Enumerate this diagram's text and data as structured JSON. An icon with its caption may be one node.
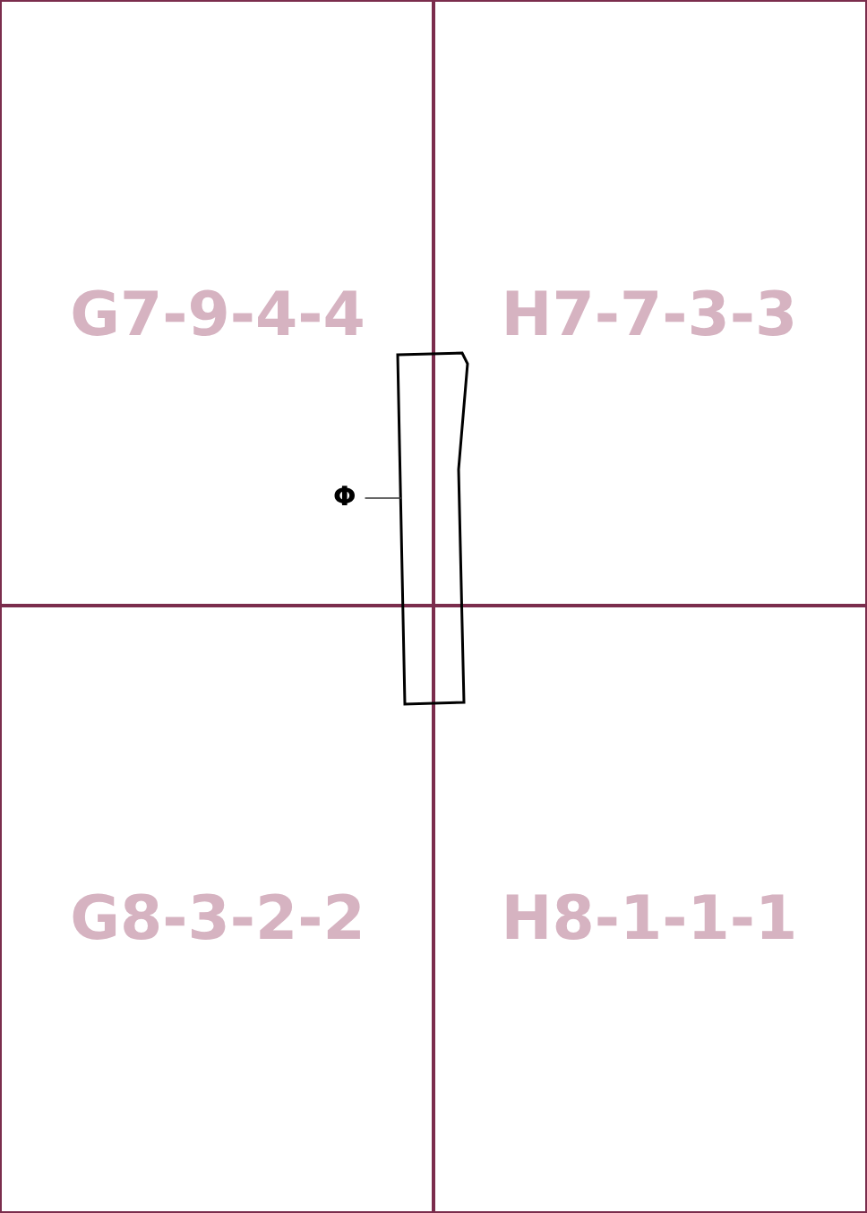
{
  "diagram": {
    "nodes": [
      {
        "text": [
          "G7-9-4-4"
        ]
      },
      {
        "text": [
          "H7-7-3-3"
        ]
      },
      {
        "text": [
          "G8-3-2-2"
        ]
      },
      {
        "text": [
          "H8-1-1-1"
        ]
      },
      {
        "text": [
          "Φ"
        ],
        "in": 0
      },
      {
        "text": [],
        "shape": "box"
      }
    ],
    "edges": [
      {
        "from": 4,
        "to": 5,
        "arrow": "none"
      }
    ]
  }
}
